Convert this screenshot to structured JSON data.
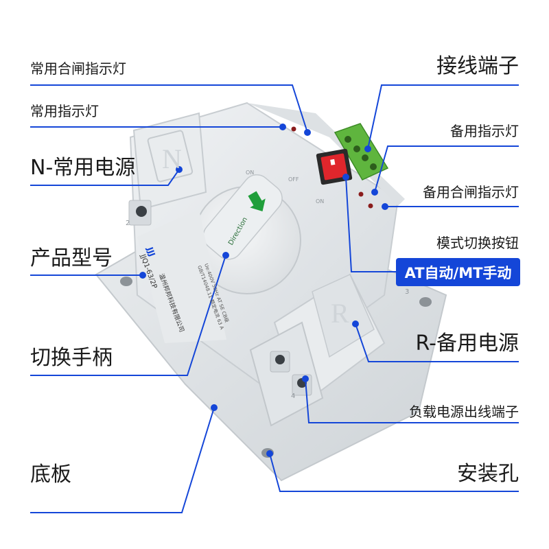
{
  "colors": {
    "accent": "#1446d8",
    "device_body": "#e3e7ea",
    "rocker_switch": "#e0262c",
    "terminal_block": "#5fb53e"
  },
  "labels": {
    "normal_closing_indicator": "常用合闸指示灯",
    "normal_indicator": "常用指示灯",
    "n_normal_power": "N-常用电源",
    "product_model": "产品型号",
    "switch_handle": "切换手柄",
    "base_plate": "底板",
    "wiring_terminal": "接线端子",
    "backup_indicator": "备用指示灯",
    "backup_closing_indicator": "备用合闸指示灯",
    "mode_switch_button": "模式切换按钮",
    "mode_badge": "AT自动/MT手动",
    "r_backup_power": "R-备用电源",
    "load_output_terminal": "负载电源出线端子",
    "mounting_hole": "安装孔"
  },
  "device": {
    "brand": "JJJ",
    "model": "JJQ1-63/2P",
    "spec_line1": "Ue:400V 50Hz AT SE CB级",
    "spec_line2": "GB/T14048.11 额定电流 63 A",
    "manufacturer": "温州邦邦科技有限公司",
    "handle_text": "Direction",
    "n_mark": "N",
    "r_mark": "R",
    "on_left": "ON",
    "off_text": "OFF",
    "on_right": "ON",
    "terminal_n_number": "2",
    "terminal_r_number": "3",
    "output_terminal_number": "4"
  }
}
